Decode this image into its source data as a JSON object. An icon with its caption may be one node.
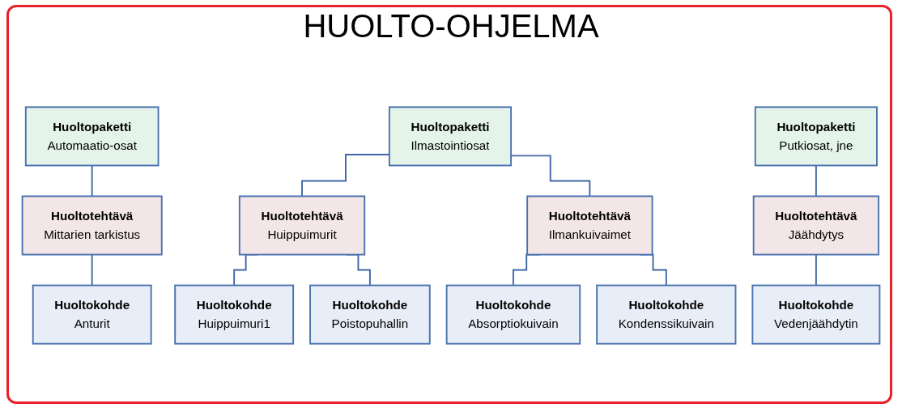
{
  "diagram": {
    "title": "HUOLTO-OHJELMA",
    "nodes": [
      {
        "text": [
          "Huoltopaketti",
          "Automaatio-osat"
        ]
      },
      {
        "text": [
          "Huoltopaketti",
          "Ilmastointiosat"
        ]
      },
      {
        "text": [
          "Huoltopaketti",
          "Putkiosat, jne"
        ]
      },
      {
        "text": [
          "Huoltotehtävä",
          "Mittarien tarkistus"
        ]
      },
      {
        "text": [
          "Huoltotehtävä",
          "Huippuimurit"
        ]
      },
      {
        "text": [
          "Huoltotehtävä",
          "Ilmankuivaimet"
        ]
      },
      {
        "text": [
          "Huoltotehtävä",
          "Jäähdytys"
        ]
      },
      {
        "text": [
          "Huoltokohde",
          "Anturit"
        ]
      },
      {
        "text": [
          "Huoltokohde",
          "Huippuimuri1"
        ]
      },
      {
        "text": [
          "Huoltokohde",
          "Poistopuhallin"
        ]
      },
      {
        "text": [
          "Huoltokohde",
          "Absorptiokuivain"
        ]
      },
      {
        "text": [
          "Huoltokohde",
          "Kondenssikuivain"
        ]
      },
      {
        "text": [
          "Huoltokohde",
          "Vedenjäähdytin"
        ]
      }
    ],
    "edges": [
      {
        "from": 0,
        "to": 3,
        "arrow": "none"
      },
      {
        "from": 1,
        "to": 4,
        "arrow": "none"
      },
      {
        "from": 1,
        "to": 5,
        "arrow": "none"
      },
      {
        "from": 2,
        "to": 6,
        "arrow": "none"
      },
      {
        "from": 3,
        "to": 7,
        "arrow": "none"
      },
      {
        "from": 4,
        "to": 8,
        "arrow": "none"
      },
      {
        "from": 4,
        "to": 9,
        "arrow": "none"
      },
      {
        "from": 5,
        "to": 10,
        "arrow": "none"
      },
      {
        "from": 5,
        "to": 11,
        "arrow": "none"
      },
      {
        "from": 6,
        "to": 12,
        "arrow": "none"
      }
    ]
  }
}
